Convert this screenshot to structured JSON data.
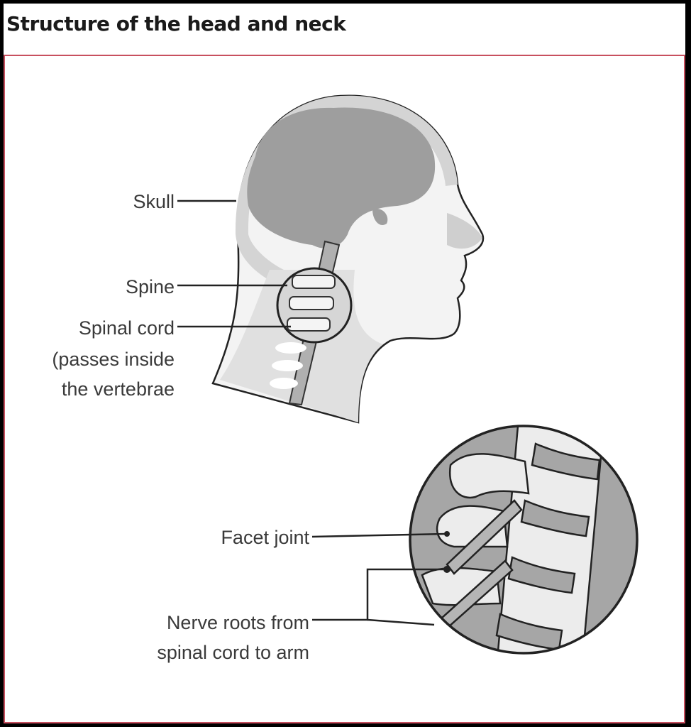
{
  "title": "Structure of the head and neck",
  "labels": {
    "skull": "Skull",
    "spine": "Spine",
    "spinal_cord": "Spinal cord",
    "spinal_cord_note_1": "(passes inside",
    "spinal_cord_note_2": "the vertebrae",
    "facet_joint": "Facet joint",
    "nerve_roots_1": "Nerve roots from",
    "nerve_roots_2": "spinal cord to arm"
  },
  "colors": {
    "frame": "#c8505f",
    "dark_gray": "#9e9e9e",
    "light_gray": "#e4e4e4"
  }
}
